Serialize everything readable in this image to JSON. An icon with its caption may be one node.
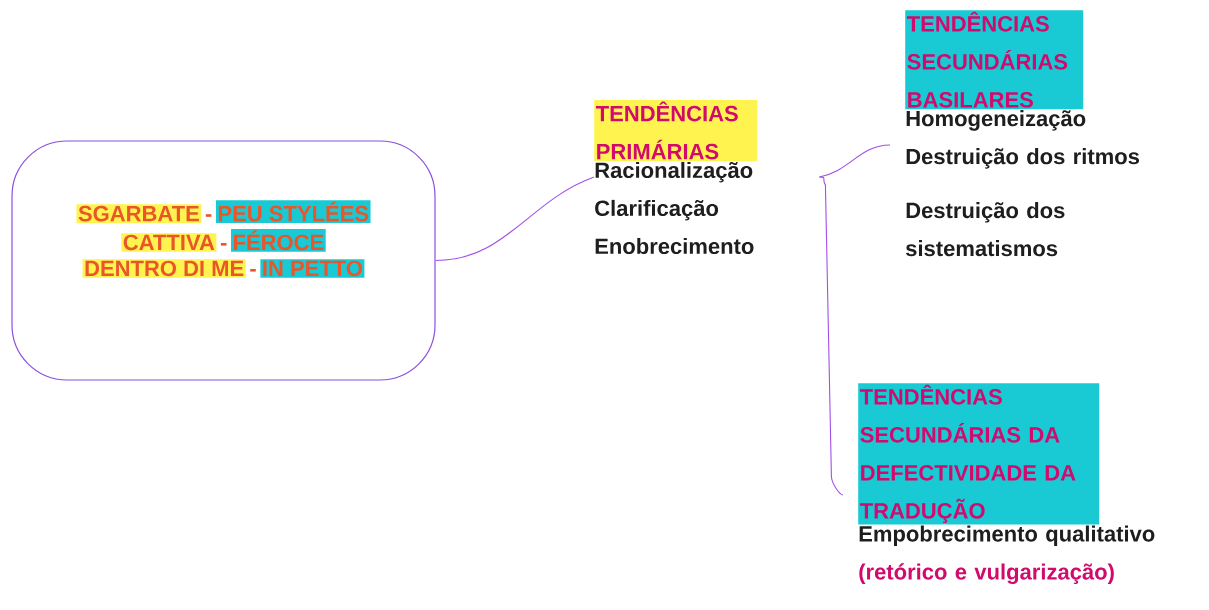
{
  "diagram": {
    "nodes": [
      {
        "text": [
          "SGARBATE",
          "-",
          "PEU STYLÉES",
          "CATTIVA",
          "-",
          "FÉROCE",
          "DENTRO DI ME",
          "-",
          "IN PETTO"
        ]
      },
      {
        "text": [
          "TENDÊNCIAS PRIMÁRIAS",
          "Racionalização",
          "Clarificação",
          "Enobrecimento"
        ]
      },
      {
        "text": [
          "TENDÊNCIAS SECUNDÁRIAS BASILARES",
          "Homogeneização",
          "Destruição dos ritmos",
          "Destruição dos sistematismos"
        ]
      },
      {
        "text": [
          "TENDÊNCIAS SECUNDÁRIAS DA DEFECTIVIDADE DA TRADUÇÃO",
          "Empobrecimento qualitativo",
          "(retórico e vulgarização)"
        ]
      }
    ],
    "edges": [
      {
        "from": 0,
        "to": 1,
        "arrow": "none"
      },
      {
        "from": 1,
        "to": 2,
        "arrow": "none"
      },
      {
        "from": 1,
        "to": 3,
        "arrow": "none"
      }
    ]
  }
}
